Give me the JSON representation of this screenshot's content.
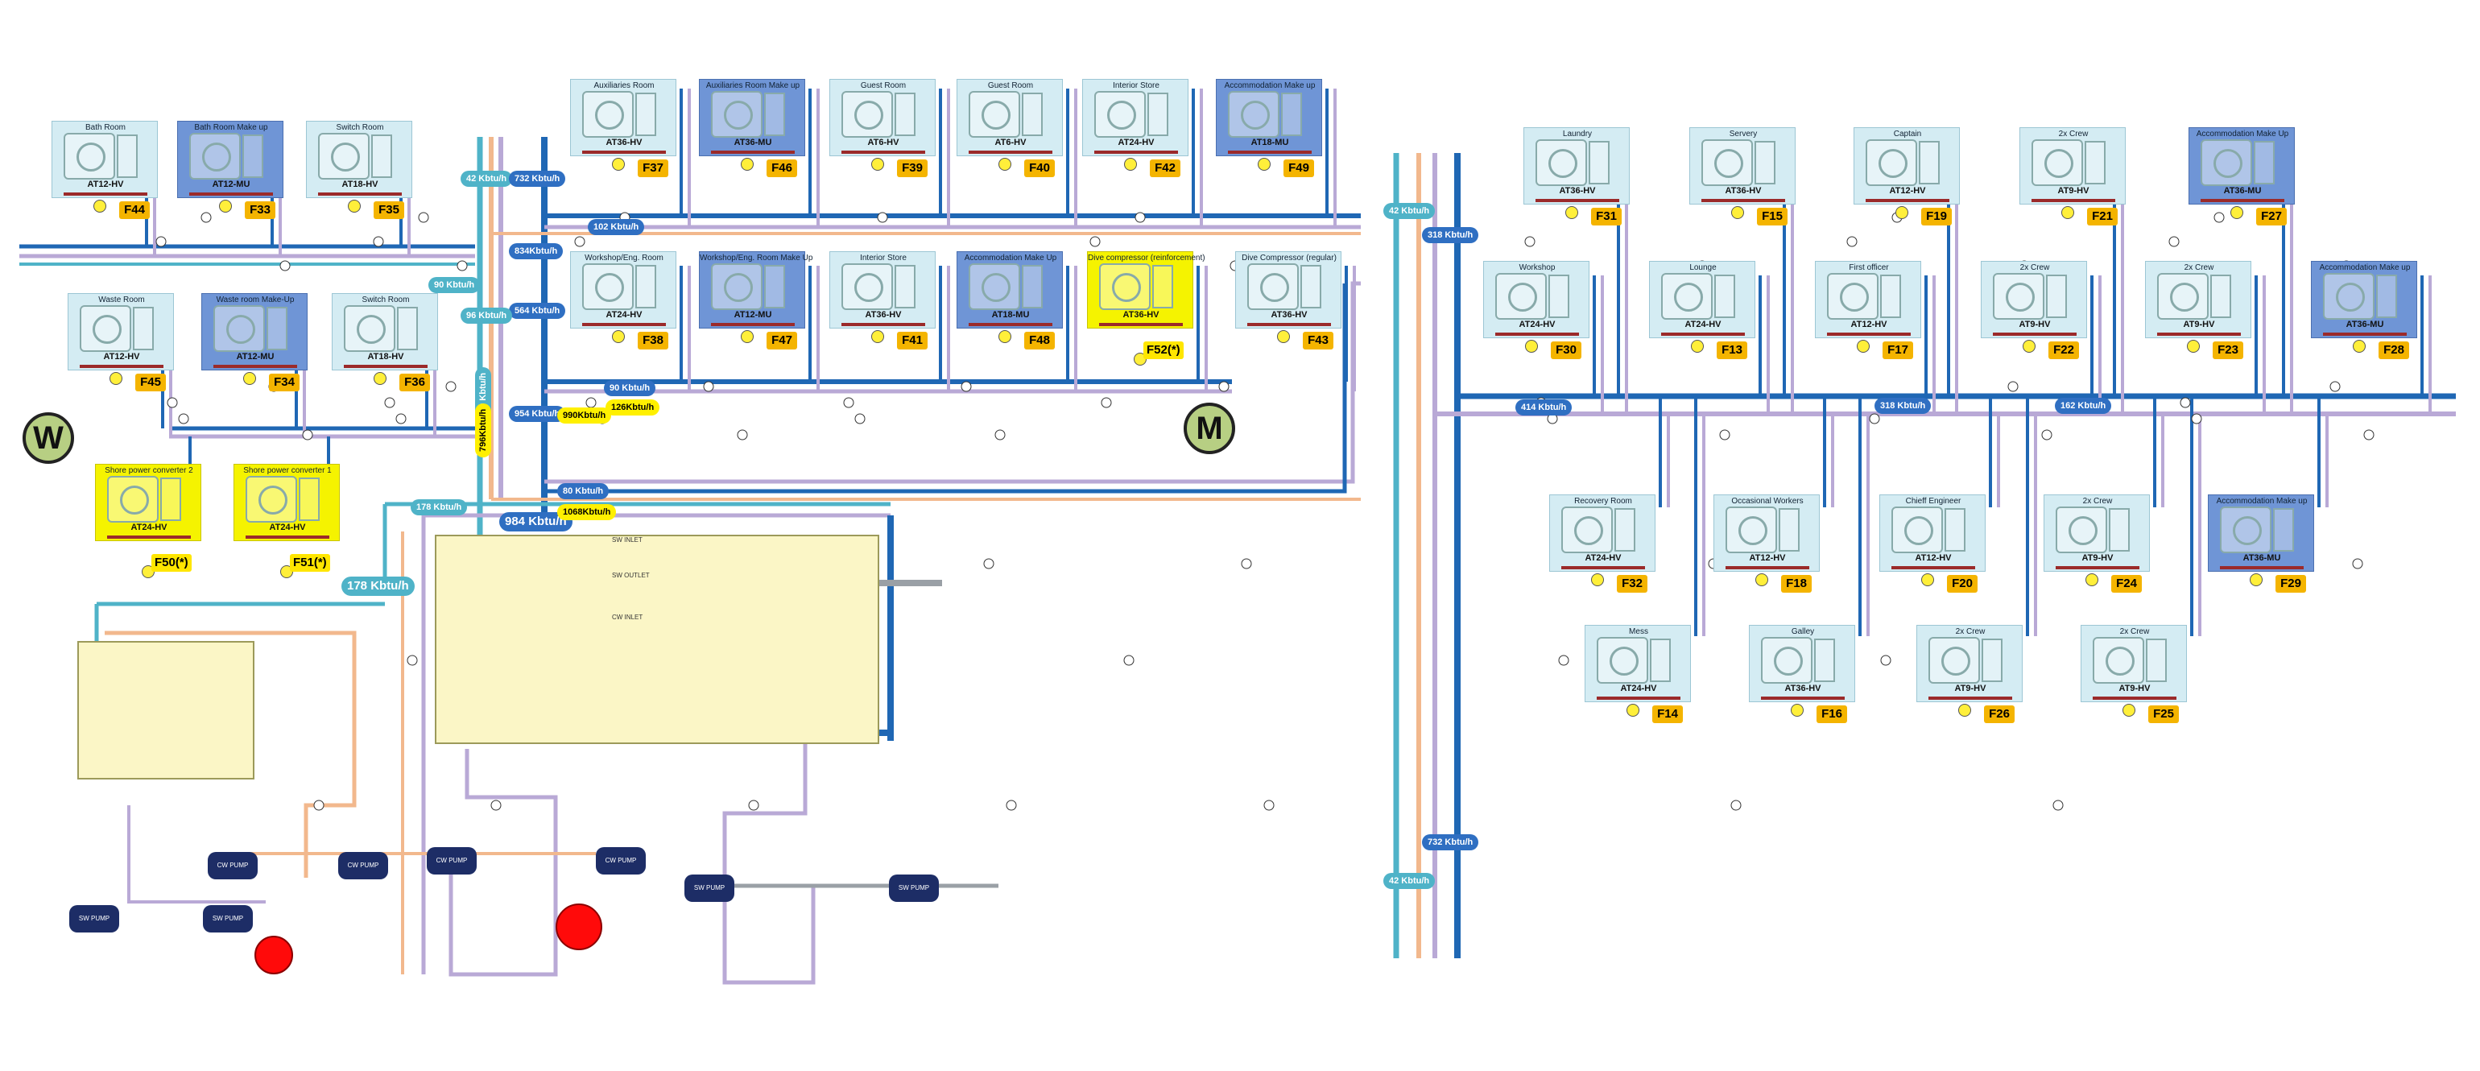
{
  "colors": {
    "chilled_supply": "#1f67b4",
    "chilled_return": "#b9a9d6",
    "hot_supply": "#f2b88d",
    "teal": "#4fb3c8",
    "unit_normal": "#d4ecf3",
    "unit_makeup": "#6f95d6",
    "unit_highlight": "#f5f300",
    "tag": "#f4b400"
  },
  "units_left": [
    {
      "name": "Bath Room",
      "model": "AT12-HV",
      "tag": "F44",
      "type": "hv"
    },
    {
      "name": "Bath Room Make up",
      "model": "AT12-MU",
      "tag": "F33",
      "type": "mu"
    },
    {
      "name": "Switch Room",
      "model": "AT18-HV",
      "tag": "F35",
      "type": "hv"
    },
    {
      "name": "Waste Room",
      "model": "AT12-HV",
      "tag": "F45",
      "type": "hv"
    },
    {
      "name": "Waste room Make-Up",
      "model": "AT12-MU",
      "tag": "F34",
      "type": "mu"
    },
    {
      "name": "Switch Room",
      "model": "AT18-HV",
      "tag": "F36",
      "type": "hv"
    },
    {
      "name": "Shore power converter 2",
      "model": "AT24-HV",
      "tag": "F50(*)",
      "type": "yel"
    },
    {
      "name": "Shore power converter 1",
      "model": "AT24-HV",
      "tag": "F51(*)",
      "type": "yel"
    }
  ],
  "units_center_top": [
    {
      "name": "Auxiliaries Room",
      "model": "AT36-HV",
      "tag": "F37",
      "type": "hv"
    },
    {
      "name": "Auxiliaries Room Make up",
      "model": "AT36-MU",
      "tag": "F46",
      "type": "mu"
    },
    {
      "name": "Guest Room",
      "model": "AT6-HV",
      "tag": "F39",
      "type": "hv"
    },
    {
      "name": "Guest Room",
      "model": "AT6-HV",
      "tag": "F40",
      "type": "hv"
    },
    {
      "name": "Interior Store",
      "model": "AT24-HV",
      "tag": "F42",
      "type": "hv"
    },
    {
      "name": "Accommodation Make up",
      "model": "AT18-MU",
      "tag": "F49",
      "type": "mu"
    }
  ],
  "units_center_mid": [
    {
      "name": "Workshop/Eng. Room",
      "model": "AT24-HV",
      "tag": "F38",
      "type": "hv"
    },
    {
      "name": "Workshop/Eng. Room Make Up",
      "model": "AT12-MU",
      "tag": "F47",
      "type": "mu"
    },
    {
      "name": "Interior Store",
      "model": "AT36-HV",
      "tag": "F41",
      "type": "hv"
    },
    {
      "name": "Accommodation Make Up",
      "model": "AT18-MU",
      "tag": "F48",
      "type": "mu"
    },
    {
      "name": "Dive compressor (reinforcement)",
      "model": "AT36-HV",
      "tag": "F52(*)",
      "type": "yel"
    },
    {
      "name": "Dive Compressor (regular)",
      "model": "AT36-HV",
      "tag": "F43",
      "type": "hv"
    }
  ],
  "units_right_top": [
    {
      "name": "Laundry",
      "model": "AT36-HV",
      "tag": "F31",
      "type": "hv"
    },
    {
      "name": "Servery",
      "model": "AT36-HV",
      "tag": "F15",
      "type": "hv"
    },
    {
      "name": "Captain",
      "model": "AT12-HV",
      "tag": "F19",
      "type": "hv"
    },
    {
      "name": "2x Crew",
      "model": "AT9-HV",
      "tag": "F21",
      "type": "hv"
    },
    {
      "name": "Accommodation Make Up",
      "model": "AT36-MU",
      "tag": "F27",
      "type": "mu"
    }
  ],
  "units_right_mid": [
    {
      "name": "Workshop",
      "model": "AT24-HV",
      "tag": "F30",
      "type": "hv"
    },
    {
      "name": "Lounge",
      "model": "AT24-HV",
      "tag": "F13",
      "type": "hv"
    },
    {
      "name": "First officer",
      "model": "AT12-HV",
      "tag": "F17",
      "type": "hv"
    },
    {
      "name": "2x Crew",
      "model": "AT9-HV",
      "tag": "F22",
      "type": "hv"
    },
    {
      "name": "2x Crew",
      "model": "AT9-HV",
      "tag": "F23",
      "type": "hv"
    },
    {
      "name": "Accommodation Make up",
      "model": "AT36-MU",
      "tag": "F28",
      "type": "mu"
    }
  ],
  "units_right_low": [
    {
      "name": "Recovery Room",
      "model": "AT24-HV",
      "tag": "F32",
      "type": "hv"
    },
    {
      "name": "Occasional Workers",
      "model": "AT12-HV",
      "tag": "F18",
      "type": "hv"
    },
    {
      "name": "Chieff Engineer",
      "model": "AT12-HV",
      "tag": "F20",
      "type": "hv"
    },
    {
      "name": "2x Crew",
      "model": "AT9-HV",
      "tag": "F24",
      "type": "hv"
    },
    {
      "name": "Accommodation Make up",
      "model": "AT36-MU",
      "tag": "F29",
      "type": "mu"
    }
  ],
  "units_right_bottom": [
    {
      "name": "Mess",
      "model": "AT24-HV",
      "tag": "F14",
      "type": "hv"
    },
    {
      "name": "Galley",
      "model": "AT36-HV",
      "tag": "F16",
      "type": "hv"
    },
    {
      "name": "2x Crew",
      "model": "AT9-HV",
      "tag": "F26",
      "type": "hv"
    },
    {
      "name": "2x Crew",
      "model": "AT9-HV",
      "tag": "F25",
      "type": "hv"
    }
  ],
  "flow_labels": {
    "f42a": "42 Kbtu/h",
    "f732a": "732 Kbtu/h",
    "f102": "102 Kbtu/h",
    "f834": "834Kbtu/h",
    "f90a": "90 Kbtu/h",
    "f564": "564 Kbtu/h",
    "f96": "96 Kbtu/h",
    "f90b": "90 Kbtu/h",
    "f954": "954 Kbtu/h",
    "f990": "990Kbtu/h",
    "f126": "126Kbtu/h",
    "f80": "80 Kbtu/h",
    "f178a": "178 Kbtu/h",
    "f984": "984 Kbtu/h",
    "f1068": "1068Kbtu/h",
    "f178b": "178 Kbtu/h",
    "f79": "79 Kbtu/h",
    "f796": "796Kbtu/h",
    "f42b": "42 Kbtu/h",
    "f318": "318 Kbtu/h",
    "f414": "414 Kbtu/h",
    "f318b": "318 Kbtu/h",
    "f162": "162 Kbtu/h",
    "f42c": "42 Kbtu/h",
    "f732b": "732 Kbtu/h"
  },
  "motors": {
    "left": "W",
    "center": "M"
  },
  "pumps": {
    "label_cw": "CW PUMP",
    "label_sw": "SW PUMP"
  },
  "plant_labels": {
    "sw_inlet": "SW INLET",
    "sw_outlet": "SW OUTLET",
    "cw_inlet": "CW INLET"
  }
}
